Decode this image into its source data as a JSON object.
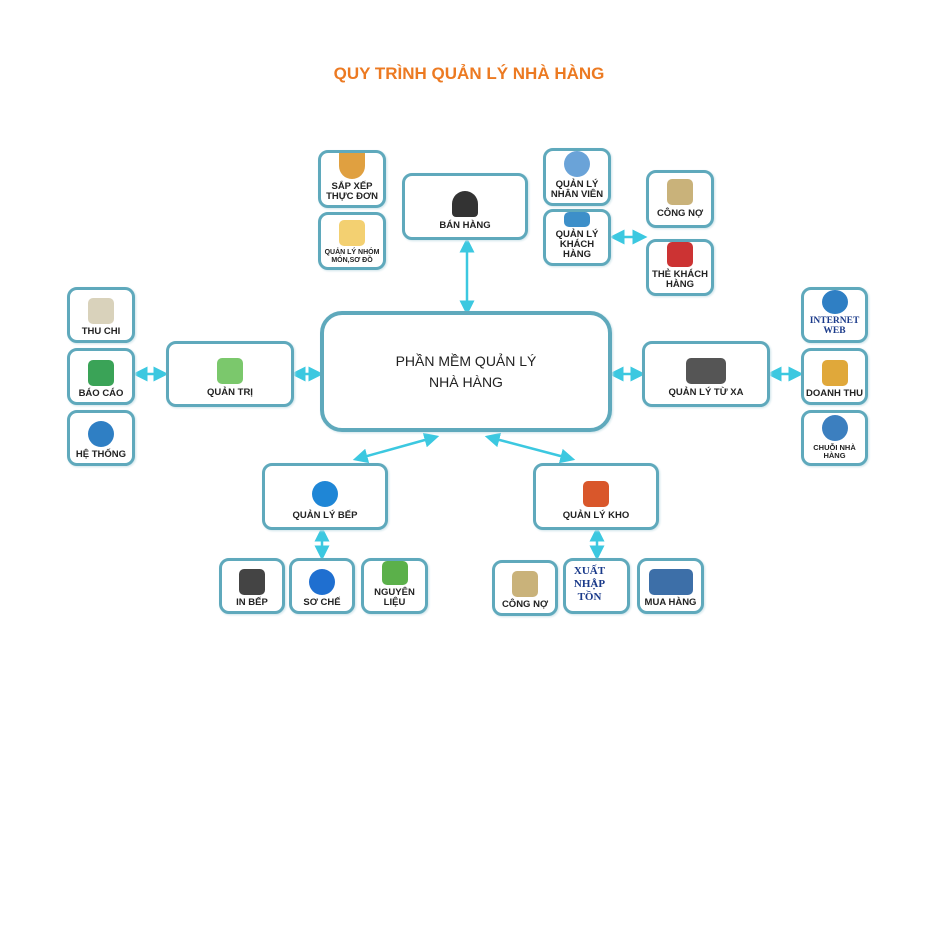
{
  "title": "QUY TRÌNH QUẢN LÝ NHÀ HÀNG",
  "center": {
    "line1": "PHẦN MỀM QUẢN LÝ",
    "line2": "NHÀ HÀNG"
  },
  "nodes": {
    "sap_xep": "SẮP XẾP THỰC ĐƠN",
    "nhom_mon": "QUẢN LÝ NHÓM MÓN,SƠ ĐỒ",
    "ban_hang": "BÁN HÀNG",
    "nhan_vien": "QUẢN LÝ NHÂN VIÊN",
    "khach_hang": "QUẢN LÝ KHÁCH HÀNG",
    "cong_no": "CÔNG NỢ",
    "the_khach": "THẺ KHÁCH HÀNG",
    "thu_chi": "THU CHI",
    "bao_cao": "BÁO CÁO",
    "he_thong": "HỆ THỐNG",
    "quan_tri": "QUẢN TRỊ",
    "tu_xa": "QUẢN LÝ TỪ XA",
    "internet": "INTERNET WEB",
    "doanh_thu": "DOANH THU",
    "chuoi": "CHUỖI NHÀ HÀNG",
    "bep": "QUẢN LÝ BẾP",
    "kho": "QUẢN LÝ KHO",
    "in_bep": "IN BẾP",
    "so_che": "SƠ CHẾ",
    "nguyen_lieu": "NGUYÊN LIỆU",
    "cong_no_kho": "CÔNG NỢ",
    "xnt": "XUẤT NHẬP TỒN",
    "mua_hang": "MUA HÀNG"
  },
  "colors": {
    "title": "#ec7a22",
    "border": "#5fa9bc",
    "arrow": "#3cc8e0"
  }
}
